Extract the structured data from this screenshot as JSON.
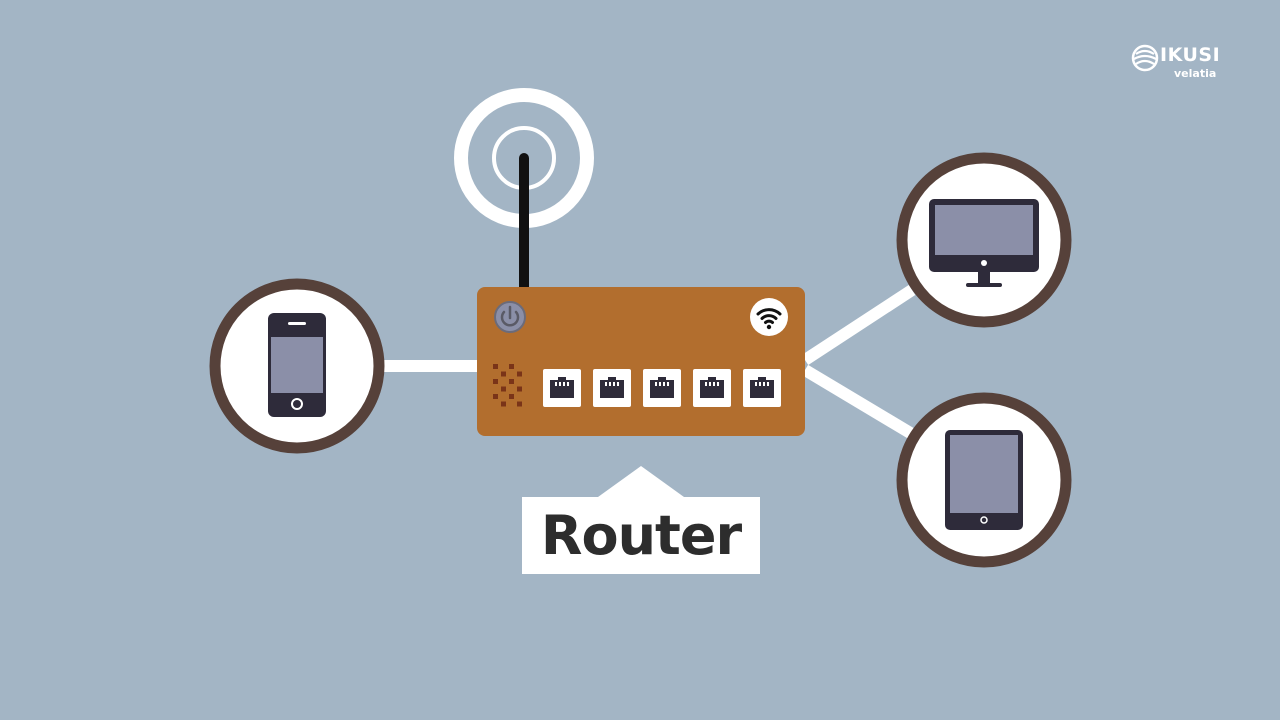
{
  "brand": {
    "name": "IKUSI",
    "sub": "velatia"
  },
  "router_label": "Router",
  "colors": {
    "background": "#a3b5c5",
    "router_body": "#b26e2e",
    "device_ring": "#56413a",
    "device_screen": "#8b8fa8",
    "device_body": "#2e2b3a",
    "white": "#ffffff"
  },
  "nodes": [
    {
      "id": "smartphone",
      "icon": "smartphone-icon"
    },
    {
      "id": "desktop-monitor",
      "icon": "monitor-icon"
    },
    {
      "id": "tablet",
      "icon": "tablet-icon"
    }
  ],
  "router": {
    "icons": [
      "power-icon",
      "wifi-icon",
      "antenna-icon",
      "signal-rings-icon"
    ],
    "ethernet_port_count": 5
  }
}
